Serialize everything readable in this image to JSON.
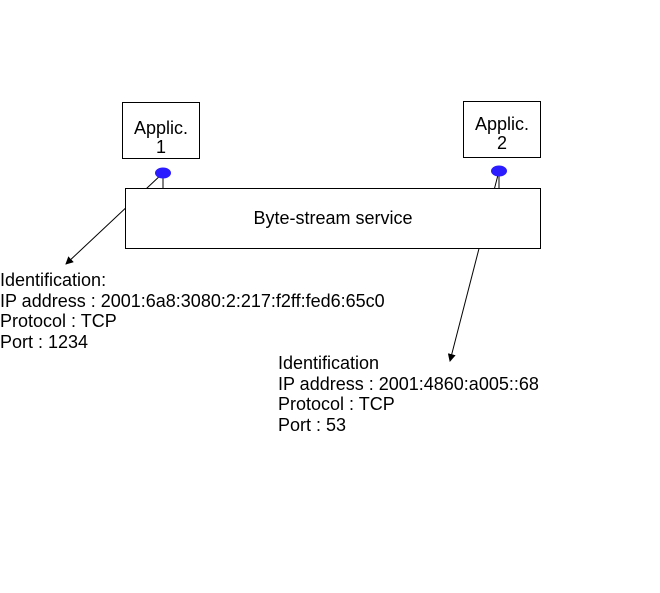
{
  "applications": [
    {
      "label": "Applic.",
      "number": "1"
    },
    {
      "label": "Applic.",
      "number": "2"
    }
  ],
  "service": {
    "label": "Byte-stream service"
  },
  "identifications": [
    {
      "title": "Identification:",
      "ip": "IP address : 2001:6a8:3080:2:217:f2ff:fed6:65c0",
      "protocol": "Protocol : TCP",
      "port": "Port : 1234"
    },
    {
      "title": "Identification",
      "ip": "IP address : 2001:4860:a005::68",
      "protocol": "Protocol : TCP",
      "port": "Port : 53"
    }
  ],
  "colors": {
    "endpoint": "#2a1cff",
    "stroke": "#000000"
  }
}
